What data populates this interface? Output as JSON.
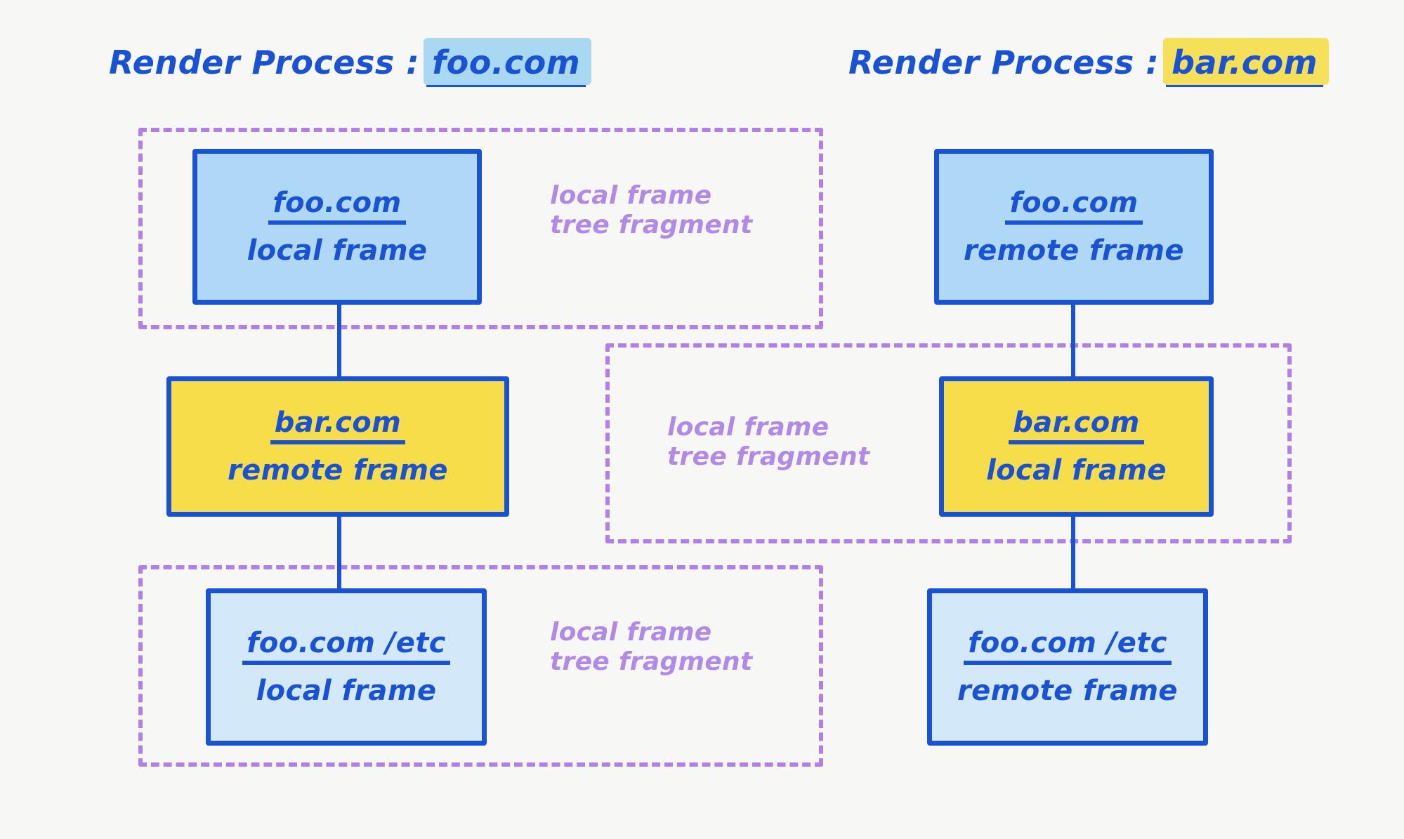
{
  "palette": {
    "background": "#f7f7f5",
    "ink_blue": "#1a52d4",
    "fragment_purple": "#b080e8",
    "box_blue_fill": "#aed8f5",
    "box_lightblue_fill": "#d3e9fa",
    "box_yellow_fill": "#f8dd4a",
    "highlight_blue": "#a8d8f2",
    "highlight_yellow": "#f6e05a"
  },
  "columns": [
    {
      "id": "left",
      "title_prefix": "Render Process :",
      "title_origin": "foo.com",
      "highlight_color": "#a8d8f2"
    },
    {
      "id": "right",
      "title_prefix": "Render Process :",
      "title_origin": "bar.com",
      "highlight_color": "#f6e05a"
    }
  ],
  "left_column": {
    "frames": [
      {
        "origin": "foo.com",
        "kind": "local frame"
      },
      {
        "origin": "bar.com",
        "kind": "remote frame"
      },
      {
        "origin": "foo.com /etc",
        "kind": "local frame"
      }
    ]
  },
  "right_column": {
    "frames": [
      {
        "origin": "foo.com",
        "kind": "remote frame"
      },
      {
        "origin": "bar.com",
        "kind": "local frame"
      },
      {
        "origin": "foo.com /etc",
        "kind": "remote frame"
      }
    ]
  },
  "fragments": [
    {
      "id": "left-top",
      "label": "local frame\ntree fragment"
    },
    {
      "id": "middle",
      "label": "local frame\ntree fragment"
    },
    {
      "id": "left-bottom",
      "label": "local frame\ntree fragment"
    }
  ]
}
